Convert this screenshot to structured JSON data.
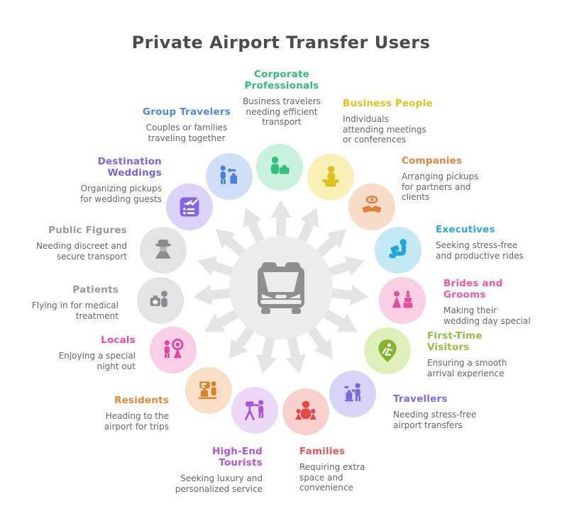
{
  "title": "Private Airport Transfer Users",
  "theme": {
    "heading": "#4b4c50",
    "desc": "#64666b",
    "spokes": "#e4e4e4",
    "hub": "#ececec",
    "bus": "#8f8f8f"
  },
  "center": {
    "icon": "shuttle-bus-icon"
  },
  "categories": [
    {
      "name": "corporate-professionals",
      "title": "Corporate\nProfessionals",
      "desc": "Business travelers\nneeding efficient\ntransport",
      "color": "#2ebd77",
      "icon_color": "#35bd7c",
      "bubble": "#c9f2dc",
      "icon": "businessman-briefcase-icon"
    },
    {
      "name": "business-people",
      "title": "Business People",
      "desc": "Individuals\nattending meetings\nor conferences",
      "color": "#e0c414",
      "icon_color": "#ddc11c",
      "bubble": "#f8f0b5",
      "icon": "speaker-podium-icon"
    },
    {
      "name": "companies",
      "title": "Companies",
      "desc": "Arranging pickups\nfor partners and\nclients",
      "color": "#e8823c",
      "icon_color": "#e07f38",
      "bubble": "#f8dcc7",
      "icon": "partnership-handshake-icon"
    },
    {
      "name": "executives",
      "title": "Executives",
      "desc": "Seeking stress-free\nand productive rides",
      "color": "#29abe2",
      "icon_color": "#1fa6dd",
      "bubble": "#c5e8f5",
      "icon": "reclining-passenger-laptop-icon"
    },
    {
      "name": "brides-and-grooms",
      "title": "Brides and\nGrooms",
      "desc": "Making their\nwedding day special",
      "color": "#f0599e",
      "icon_color": "#e34f96",
      "bubble": "#f8cfe3",
      "icon": "bride-wedding-cake-icon"
    },
    {
      "name": "first-time-visitors",
      "title": "First-Time\nVisitors",
      "desc": "Ensuring a smooth\narrival experience",
      "color": "#97bd3d",
      "icon_color": "#84b42e",
      "bubble": "#def0b9",
      "icon": "hiker-map-pin-icon"
    },
    {
      "name": "travellers",
      "title": "Travellers",
      "desc": "Needing stress-free\nairport transfers",
      "color": "#8168ed",
      "icon_color": "#7c66e0",
      "bubble": "#d8d3f8",
      "icon": "traveler-luggage-icon"
    },
    {
      "name": "families",
      "title": "Families",
      "desc": "Requiring extra\nspace and\nconvenience",
      "color": "#ed5552",
      "icon_color": "#e04946",
      "bubble": "#f8d0cd",
      "icon": "family-icon"
    },
    {
      "name": "high-end-tourists",
      "title": "High-End\nTourists",
      "desc": "Seeking luxury and\npersonalized service",
      "color": "#b253e0",
      "icon_color": "#a855d6",
      "bubble": "#ecd9f8",
      "icon": "photographer-tripod-icon"
    },
    {
      "name": "residents",
      "title": "Residents",
      "desc": "Heading to the\nairport for trips",
      "color": "#e8872b",
      "icon_color": "#dd8127",
      "bubble": "#f8dfc5",
      "icon": "checkin-counter-luggage-icon"
    },
    {
      "name": "locals",
      "title": "Locals",
      "desc": "Enjoying a special\nnight out",
      "color": "#ed4f96",
      "icon_color": "#e0459a",
      "bubble": "#f8cfe6",
      "icon": "couple-icon"
    },
    {
      "name": "patients",
      "title": "Patients",
      "desc": "Flying in for medical\ntreatment",
      "color": "#98999e",
      "icon_color": "#8c8c8e",
      "bubble": "#e4e4e4",
      "icon": "patient-medical-kit-icon"
    },
    {
      "name": "public-figures",
      "title": "Public Figures",
      "desc": "Needing discreet and\nsecure transport",
      "color": "#98999e",
      "icon_color": "#8c8c8e",
      "bubble": "#e4e4e4",
      "icon": "disguised-person-hat-icon"
    },
    {
      "name": "destination-weddings",
      "title": "Destination\nWeddings",
      "desc": "Organizing pickups\nfor wedding guests",
      "color": "#7b61e8",
      "icon_color": "#8363e8",
      "bubble": "#dcd4f8",
      "icon": "wedding-checklist-icon"
    },
    {
      "name": "group-travelers",
      "title": "Group Travelers",
      "desc": "Couples or families\ntraveling together",
      "color": "#4c86ef",
      "icon_color": "#4b7de2",
      "bubble": "#cfdff8",
      "icon": "person-arrow-luggage-icon"
    }
  ]
}
